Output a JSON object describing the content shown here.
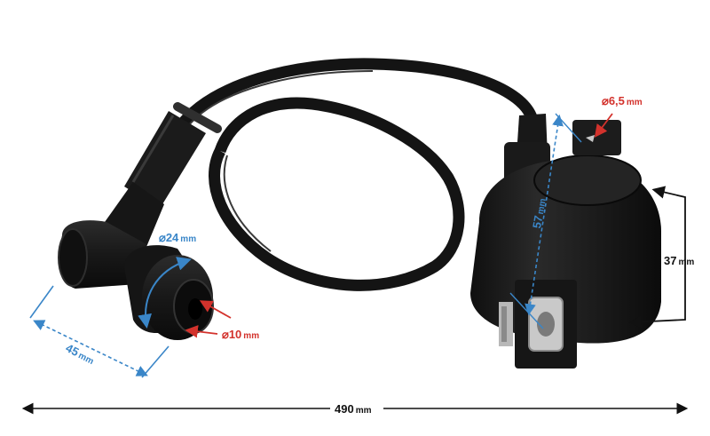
{
  "product": {
    "name": "ignition-coil-with-spark-plug-cap",
    "body_color": "#1e1e1e",
    "hook_color": "#c9c9c9"
  },
  "colors": {
    "red_dimension": "#d3322c",
    "blue_dimension": "#3a86c8",
    "black_dimension": "#111111"
  },
  "dimensions": {
    "cap_outer_diameter": {
      "symbol": "⌀",
      "value": "24",
      "unit": "mm"
    },
    "cap_inner_diameter": {
      "symbol": "⌀",
      "value": "10",
      "unit": "mm"
    },
    "cap_length": {
      "value": "45",
      "unit": "mm"
    },
    "terminal_diameter": {
      "symbol": "⌀",
      "value": "6,5",
      "unit": "mm"
    },
    "coil_height": {
      "value": "57",
      "unit": "mm"
    },
    "coil_diameter": {
      "value": "37",
      "unit": "mm"
    },
    "total_length": {
      "value": "490",
      "unit": "mm"
    }
  }
}
